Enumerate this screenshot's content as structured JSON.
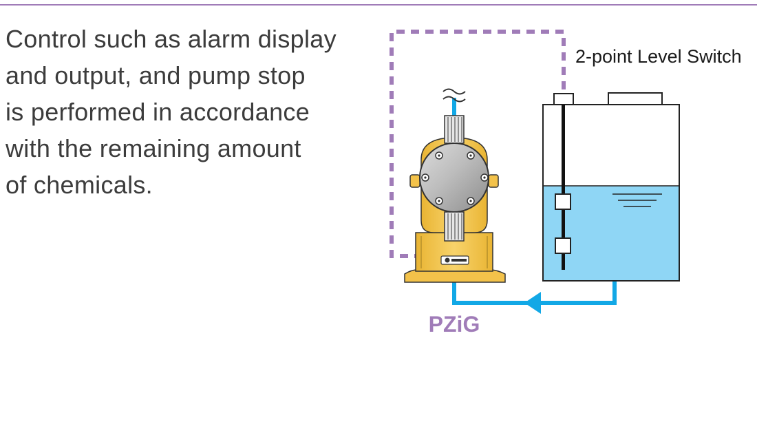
{
  "description_lines": [
    "Control such as alarm display",
    "and output, and pump stop",
    "is performed in accordance",
    "with the remaining amount",
    "of chemicals."
  ],
  "labels": {
    "level_switch": "2-point Level Switch",
    "pump_model": "PZiG"
  },
  "colors": {
    "rule": "#a07cb8",
    "signal_line": "#a07cb8",
    "pump_label": "#a07cb8",
    "flow_line": "#12a8e6",
    "liquid": "#8fd6f5",
    "pump_body": "#f6c94e"
  },
  "icons": [
    "ac-power-icon",
    "flow-arrow-icon",
    "brand-logo-icon"
  ]
}
